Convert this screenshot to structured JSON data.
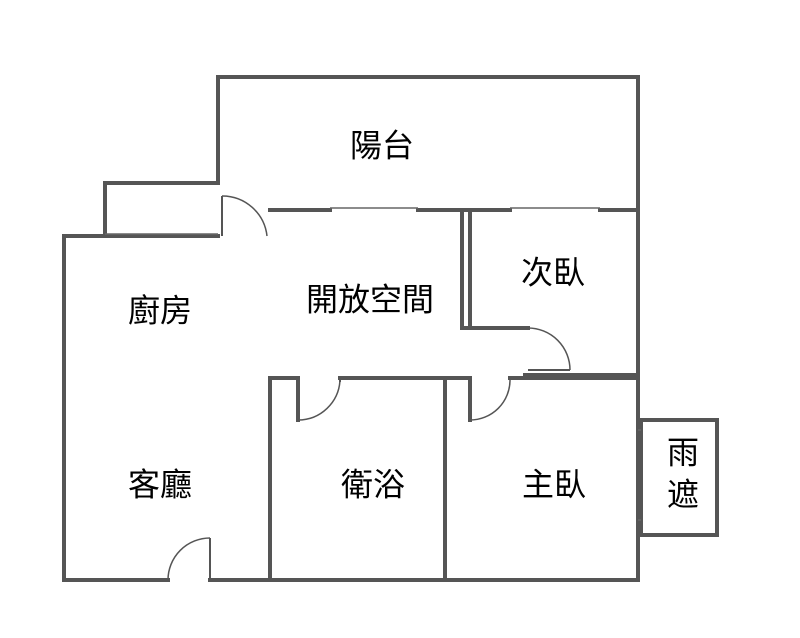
{
  "rooms": {
    "balcony": "陽台",
    "kitchen": "廚房",
    "open_space": "開放空間",
    "second_bedroom": "次臥",
    "living_room": "客廳",
    "bathroom": "衛浴",
    "master_bedroom": "主臥",
    "canopy_line1": "雨",
    "canopy_line2": "遮"
  }
}
